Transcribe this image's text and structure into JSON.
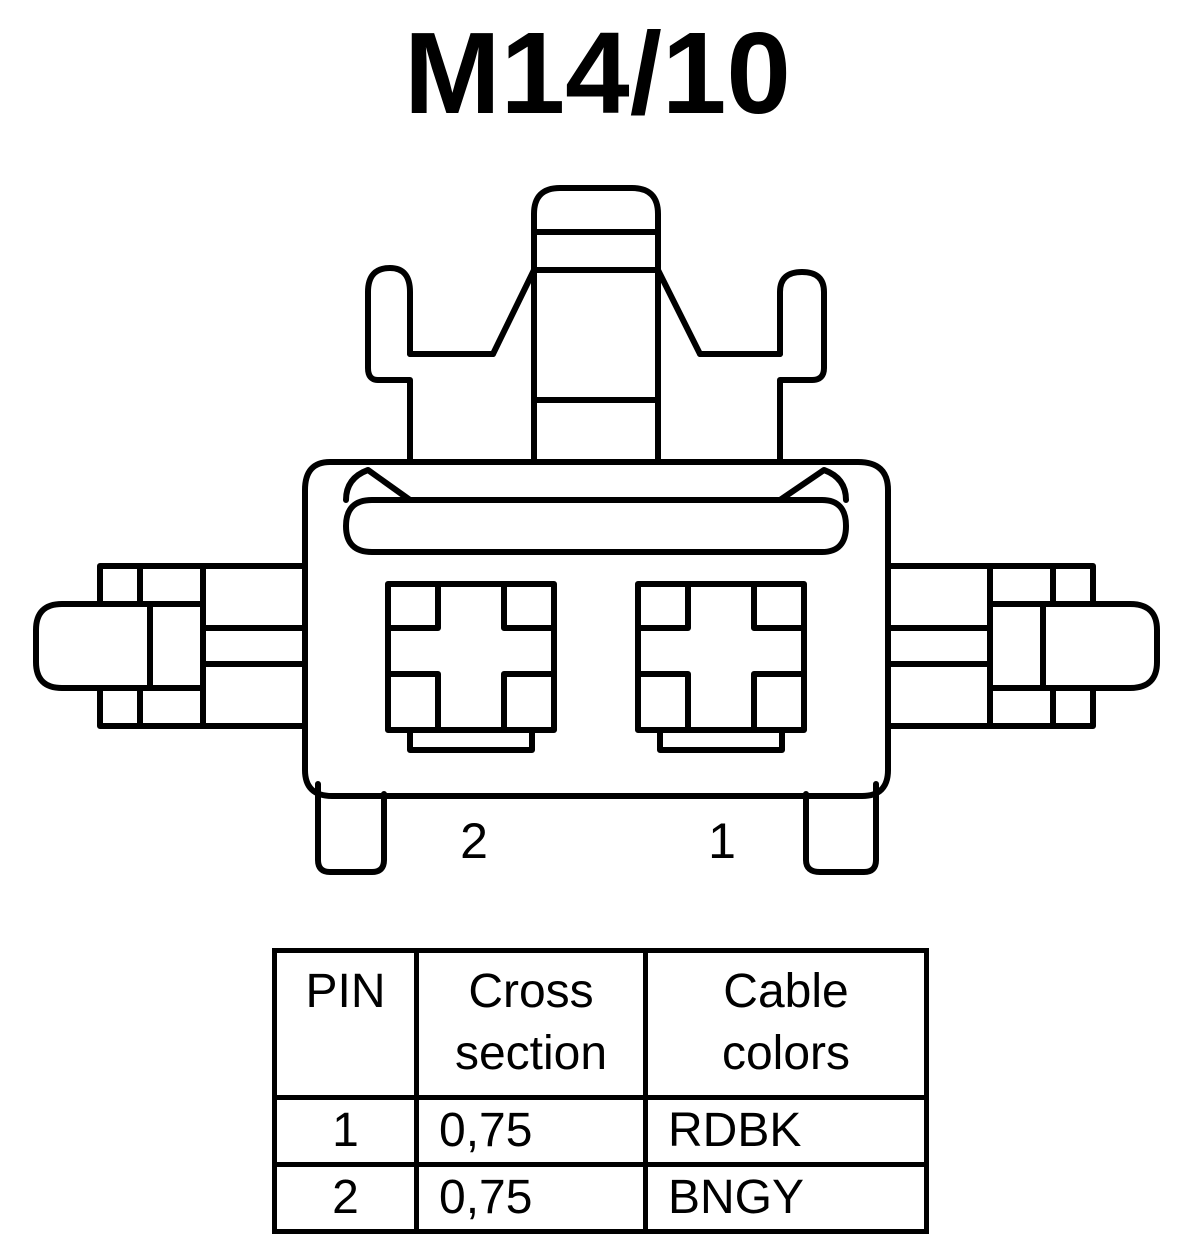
{
  "title": "M14/10",
  "pin_labels": [
    "2",
    "1"
  ],
  "table": {
    "headers": {
      "pin": "PIN",
      "cross_section": [
        "Cross",
        "section"
      ],
      "cable_colors": [
        "Cable",
        "colors"
      ]
    },
    "rows": [
      {
        "pin": "1",
        "cross_section": "0,75",
        "color": "RDBK"
      },
      {
        "pin": "2",
        "cross_section": "0,75",
        "color": "BNGY"
      }
    ]
  }
}
